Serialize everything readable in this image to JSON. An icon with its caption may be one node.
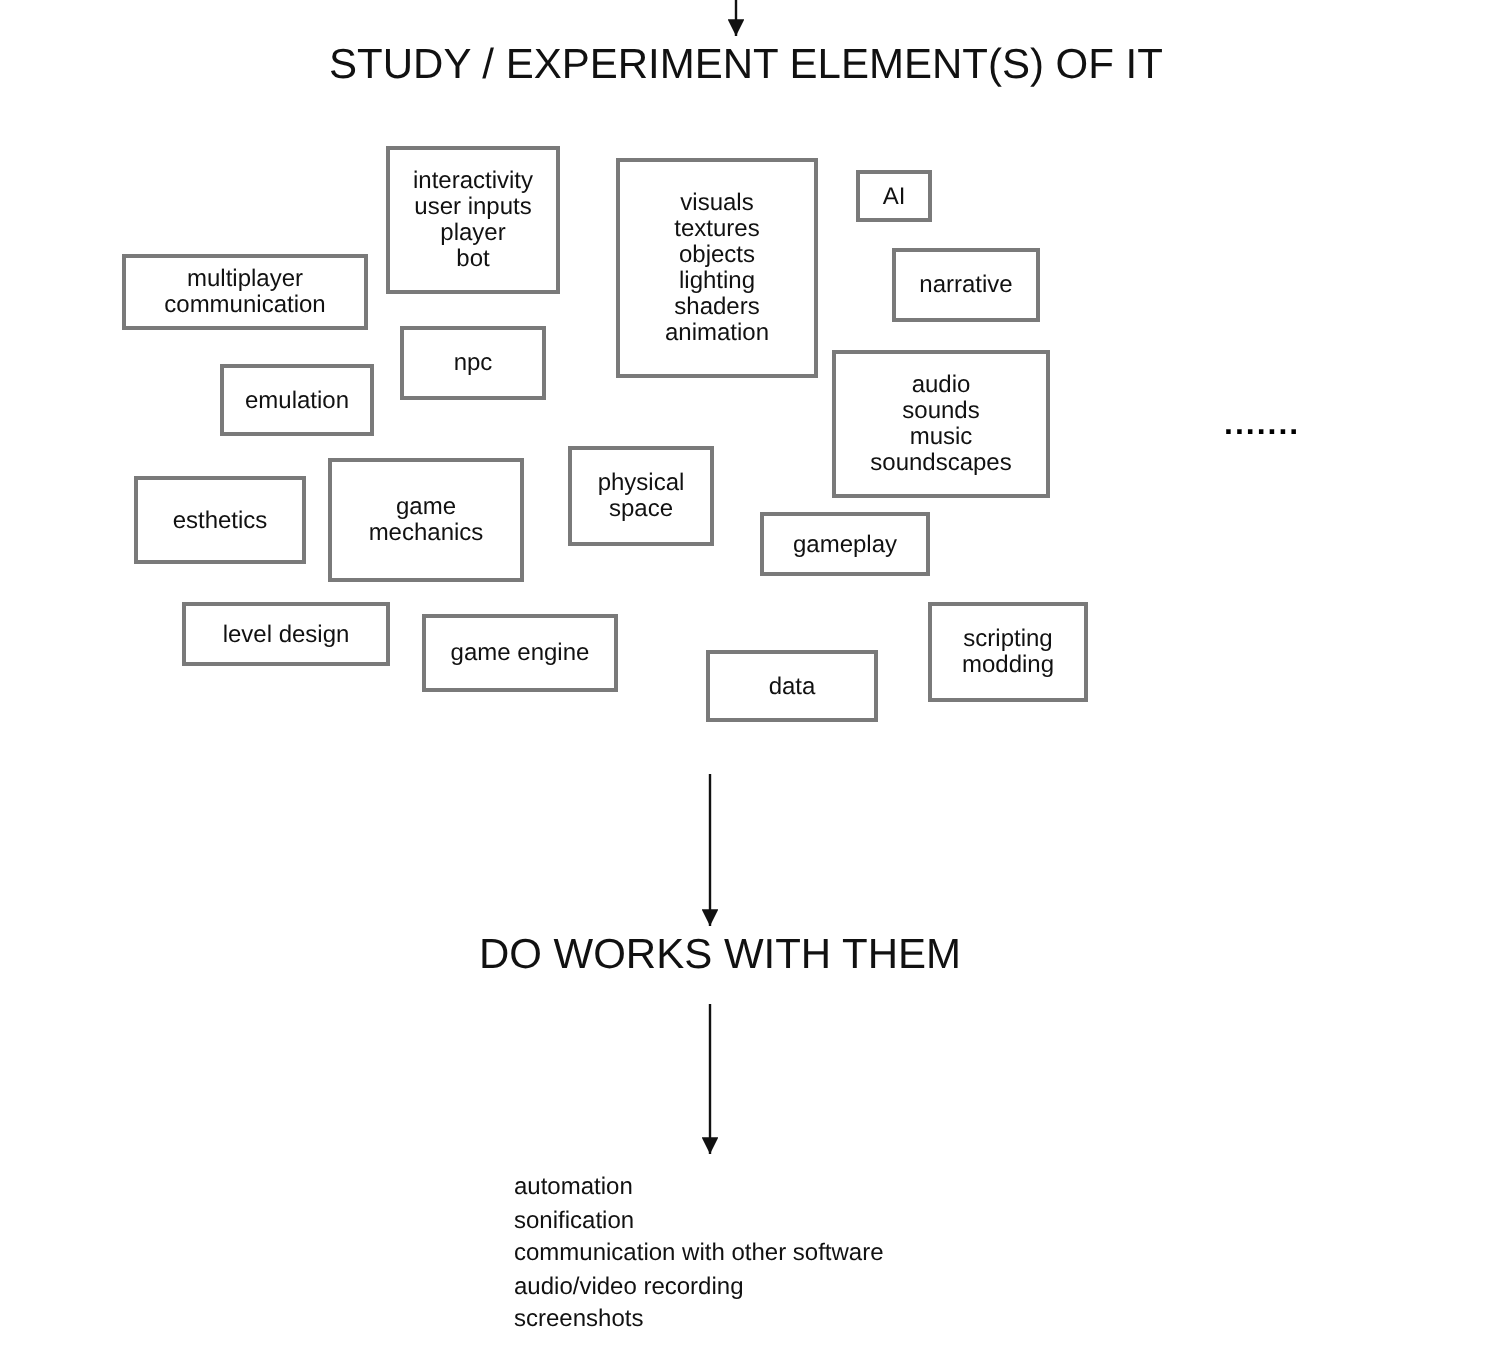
{
  "diagram": {
    "nodes": [
      {
        "text": [
          "STUDY / EXPERIMENT ELEMENT(S) OF IT"
        ]
      },
      {
        "text": [
          "interactivity",
          "user inputs",
          "player",
          "bot"
        ]
      },
      {
        "text": [
          "visuals",
          "textures",
          "objects",
          "lighting",
          "shaders",
          "animation"
        ]
      },
      {
        "text": [
          "AI"
        ]
      },
      {
        "text": [
          "multiplayer",
          "communication"
        ]
      },
      {
        "text": [
          "narrative"
        ]
      },
      {
        "text": [
          "npc"
        ]
      },
      {
        "text": [
          "emulation"
        ]
      },
      {
        "text": [
          "audio",
          "sounds",
          "music",
          "soundscapes"
        ]
      },
      {
        "text": [
          "esthetics"
        ]
      },
      {
        "text": [
          "game",
          "mechanics"
        ]
      },
      {
        "text": [
          "physical",
          "space"
        ]
      },
      {
        "text": [
          "gameplay"
        ]
      },
      {
        "text": [
          "level design"
        ]
      },
      {
        "text": [
          "scripting",
          "modding"
        ]
      },
      {
        "text": [
          "game engine"
        ]
      },
      {
        "text": [
          "data"
        ]
      },
      {
        "text": [
          "DO WORKS WITH THEM"
        ]
      },
      {
        "text": [
          "automation",
          "sonification",
          "communication with other software",
          "audio/video recording",
          "screenshots"
        ]
      }
    ],
    "edges": [
      {
        "from": null,
        "to": 0,
        "arrow": "to"
      },
      {
        "from": null,
        "to": 17,
        "arrow": "to"
      },
      {
        "from": 17,
        "to": 18,
        "arrow": "to"
      }
    ],
    "labels": [
      "......."
    ]
  }
}
